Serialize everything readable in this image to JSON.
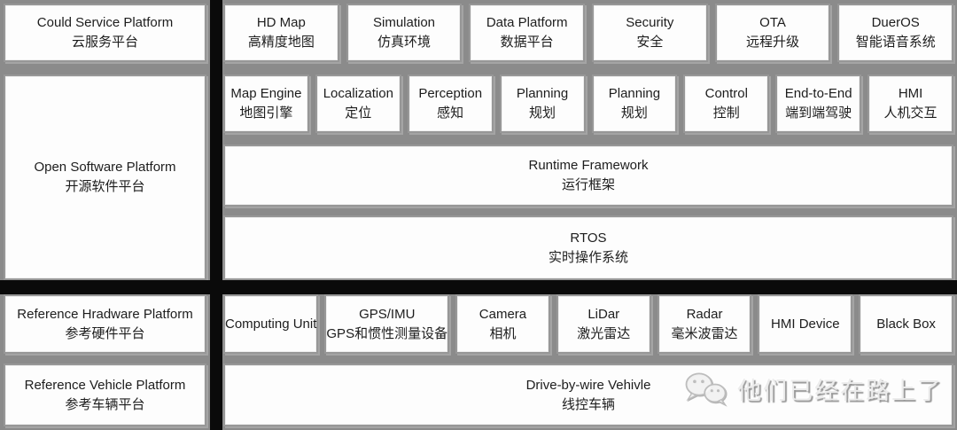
{
  "colors": {
    "background": "#8b8b8b",
    "divider": "#0a0a0a",
    "box_background": "#fdfdfd",
    "box_border": "#979797",
    "text": "#1d1d1d",
    "watermark_text_color": "#ececec"
  },
  "platform_labels": {
    "cloud": {
      "en": "Could Service Platform",
      "zh": "云服务平台"
    },
    "software": {
      "en": "Open Software Platform",
      "zh": "开源软件平台"
    },
    "hardware": {
      "en": "Reference Hradware Platform",
      "zh": "参考硬件平台"
    },
    "vehicle": {
      "en": "Reference Vehicle Platform",
      "zh": "参考车辆平台"
    }
  },
  "cloud_services": [
    {
      "en": "HD Map",
      "zh": "高精度地图"
    },
    {
      "en": "Simulation",
      "zh": "仿真环境"
    },
    {
      "en": "Data Platform",
      "zh": "数据平台"
    },
    {
      "en": "Security",
      "zh": "安全"
    },
    {
      "en": "OTA",
      "zh": "远程升级"
    },
    {
      "en": "DuerOS",
      "zh": "智能语音系统"
    }
  ],
  "software_modules": [
    {
      "en": "Map Engine",
      "zh": "地图引擎"
    },
    {
      "en": "Localization",
      "zh": "定位"
    },
    {
      "en": "Perception",
      "zh": "感知"
    },
    {
      "en": "Planning",
      "zh": "规划"
    },
    {
      "en": "Planning",
      "zh": "规划"
    },
    {
      "en": "Control",
      "zh": "控制"
    },
    {
      "en": "End-to-End",
      "zh": "端到端驾驶"
    },
    {
      "en": "HMI",
      "zh": "人机交互"
    }
  ],
  "runtime_framework": {
    "en": "Runtime Framework",
    "zh": "运行框架"
  },
  "rtos": {
    "en": "RTOS",
    "zh": "实时操作系统"
  },
  "hardware_components": [
    {
      "en": "Computing Unit",
      "zh": ""
    },
    {
      "en": "GPS/IMU",
      "zh": "GPS和惯性测量设备"
    },
    {
      "en": "Camera",
      "zh": "相机"
    },
    {
      "en": "LiDar",
      "zh": "激光雷达"
    },
    {
      "en": "Radar",
      "zh": "毫米波雷达"
    },
    {
      "en": "HMI Device",
      "zh": ""
    },
    {
      "en": "Black Box",
      "zh": ""
    }
  ],
  "drive_by_wire": {
    "en": "Drive-by-wire Vehivle",
    "zh": "线控车辆"
  },
  "watermark": {
    "text": "他们已经在路上了",
    "icon": "wechat-logo"
  }
}
